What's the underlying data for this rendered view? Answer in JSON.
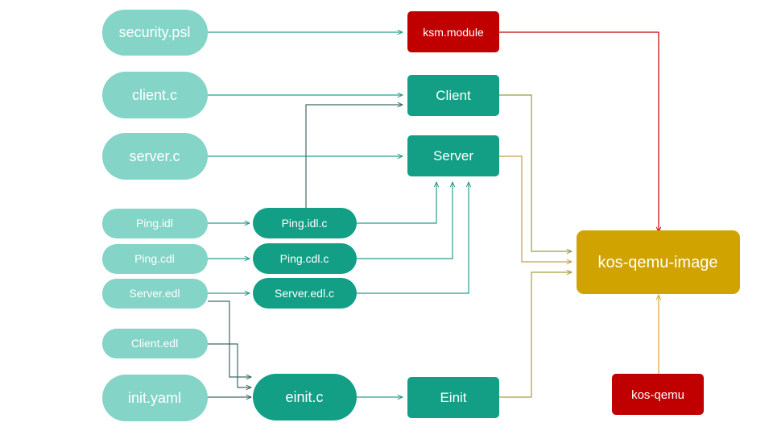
{
  "colors": {
    "source_light": "#84d4c8",
    "source_dark": "#129f86",
    "output": "#d1a300",
    "red": "#c00000",
    "edge_teal": "#2a9d8f",
    "edge_dark": "#3d6b66",
    "edge_red": "#c00000",
    "edge_olive": "#8ea148",
    "edge_orange": "#d9a53a"
  },
  "nodes": {
    "security_psl": "security.psl",
    "client_c": "client.c",
    "server_c": "server.c",
    "ping_idl": "Ping.idl",
    "ping_cdl": "Ping.cdl",
    "server_edl": "Server.edl",
    "client_edl": "Client.edl",
    "init_yaml": "init.yaml",
    "ping_idl_c": "Ping.idl.c",
    "ping_cdl_c": "Ping.cdl.c",
    "server_edl_c": "Server.edl.c",
    "einit_c": "einit.c",
    "ksm_module": "ksm.module",
    "client": "Client",
    "server": "Server",
    "einit": "Einit",
    "kos_qemu_image": "kos-qemu-image",
    "kos_qemu": "kos-qemu"
  }
}
